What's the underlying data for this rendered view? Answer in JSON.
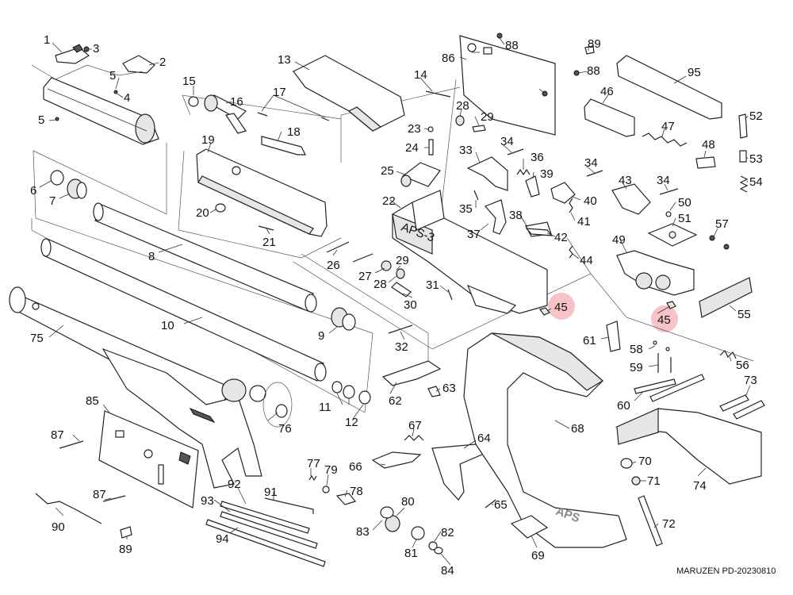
{
  "footer": "MARUZEN PD-20230810",
  "stock_logo": "APS",
  "receiver_stamp": "APS-3",
  "highlight_color": "#f7b8bd",
  "highlighted_parts": [
    "45"
  ],
  "labels": {
    "p1": "1",
    "p2": "2",
    "p3": "3",
    "p4": "4",
    "p5a": "5",
    "p5b": "5",
    "p6": "6",
    "p7": "7",
    "p8": "8",
    "p9": "9",
    "p10": "10",
    "p11": "11",
    "p12": "12",
    "p13": "13",
    "p14": "14",
    "p15": "15",
    "p16": "16",
    "p17": "17",
    "p18": "18",
    "p19": "19",
    "p20": "20",
    "p21": "21",
    "p22": "22",
    "p23": "23",
    "p24": "24",
    "p25": "25",
    "p26": "26",
    "p27": "27",
    "p28a": "28",
    "p28b": "28",
    "p29a": "29",
    "p29b": "29",
    "p30": "30",
    "p31": "31",
    "p32": "32",
    "p33": "33",
    "p34a": "34",
    "p34b": "34",
    "p34c": "34",
    "p35": "35",
    "p36": "36",
    "p37": "37",
    "p38": "38",
    "p39": "39",
    "p40": "40",
    "p41": "41",
    "p42": "42",
    "p43": "43",
    "p44": "44",
    "p45a": "45",
    "p45b": "45",
    "p46": "46",
    "p47": "47",
    "p48": "48",
    "p49": "49",
    "p50": "50",
    "p51": "51",
    "p52": "52",
    "p53": "53",
    "p54": "54",
    "p55": "55",
    "p56": "56",
    "p57": "57",
    "p58": "58",
    "p59": "59",
    "p60": "60",
    "p61": "61",
    "p62": "62",
    "p63": "63",
    "p64": "64",
    "p65": "65",
    "p66": "66",
    "p67": "67",
    "p68": "68",
    "p69": "69",
    "p70": "70",
    "p71": "71",
    "p72": "72",
    "p73": "73",
    "p74": "74",
    "p75": "75",
    "p76": "76",
    "p77": "77",
    "p78": "78",
    "p79": "79",
    "p80": "80",
    "p81": "81",
    "p82": "82",
    "p83": "83",
    "p84": "84",
    "p85": "85",
    "p86": "86",
    "p87a": "87",
    "p87b": "87",
    "p88a": "88",
    "p88b": "88",
    "p89a": "89",
    "p89b": "89",
    "p90": "90",
    "p91": "91",
    "p92": "92",
    "p93": "93",
    "p94": "94",
    "p95": "95"
  }
}
